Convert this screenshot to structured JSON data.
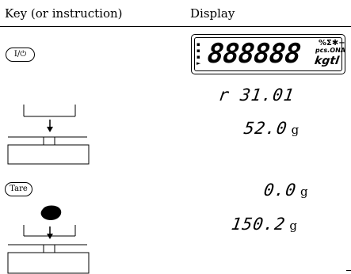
{
  "header": {
    "key_column": "Key (or instruction)",
    "display_column": "Display"
  },
  "keys": {
    "onoff_label": "I/⏻",
    "tare_label": "Tare"
  },
  "lcd": {
    "digits": "888888",
    "symbols_right_top": "%Σ✱−",
    "symbols_right_mid": "pcs.ONA",
    "symbols_right_bot": "kgtl",
    "left_indicators": "►"
  },
  "readings": [
    {
      "value": "r 31.01",
      "unit": ""
    },
    {
      "value": "52.0",
      "unit": "g"
    },
    {
      "value": "0.0",
      "unit": "g"
    },
    {
      "value": "150.2",
      "unit": "g"
    }
  ]
}
